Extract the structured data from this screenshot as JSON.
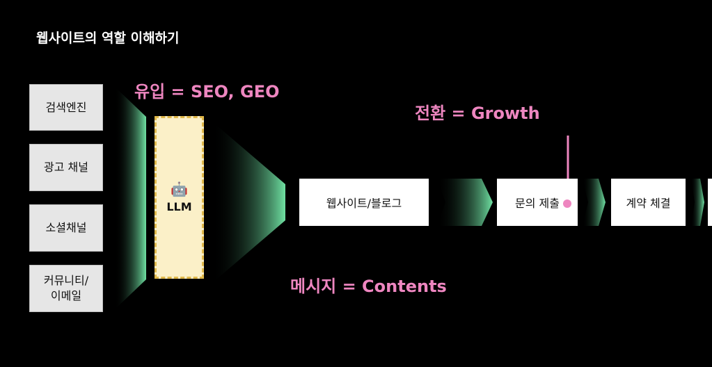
{
  "title": "웹사이트의 역할 이해하기",
  "sources": [
    {
      "label": "검색엔진"
    },
    {
      "label": "광고 채널"
    },
    {
      "label": "소셜채널"
    },
    {
      "label": "커뮤니티/\n이메일"
    }
  ],
  "llm": {
    "icon": "robot-icon",
    "label": "LLM"
  },
  "stages": [
    {
      "label": "웹사이트/블로그"
    },
    {
      "label": "문의 제출"
    },
    {
      "label": "계약 체결"
    }
  ],
  "annotations": {
    "inflow": "유입 = SEO, GEO",
    "conversion": "전환 = Growth",
    "message": "메시지 = Contents"
  },
  "colors": {
    "background": "#000000",
    "funnel_green": "#6fe0a2",
    "accent_pink": "#ee86c0",
    "llm_fill": "#fbf0c8",
    "llm_border": "#e0b84a"
  }
}
